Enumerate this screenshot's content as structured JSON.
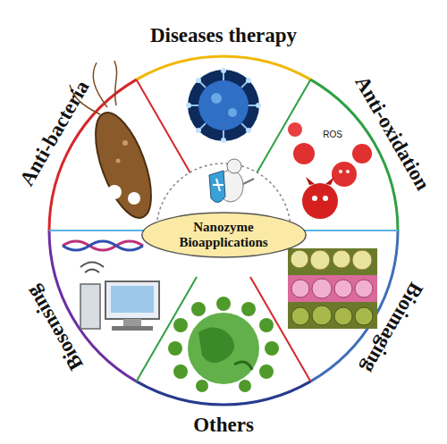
{
  "diagram": {
    "nodes": [
      {
        "text": [
          "Nanozyme Bioapplications"
        ]
      }
    ],
    "labels": [
      "Diseases therapy",
      "Anti-oxidation",
      "ROS",
      "Bioimaging",
      "Others",
      "Biosensing",
      "Anti-bacteria"
    ]
  }
}
